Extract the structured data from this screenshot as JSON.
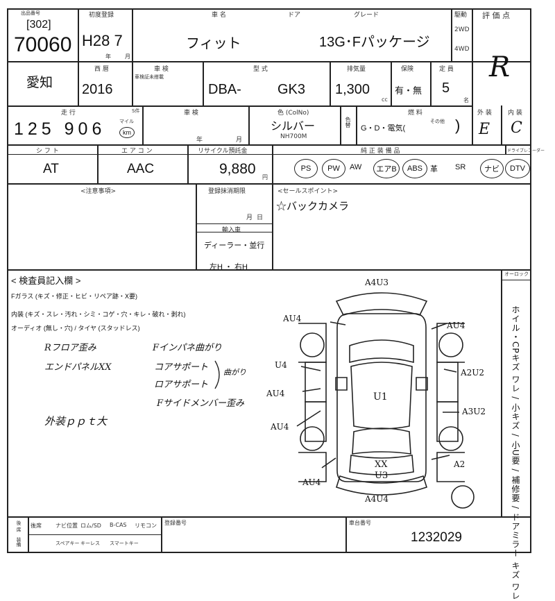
{
  "header": {
    "lot_label": "出品番号",
    "lot_sub": "[302]",
    "lot_no": "70060",
    "reg_label": "初度登録",
    "reg_value": "H28 7",
    "reg_year_unit": "年",
    "reg_month_unit": "月",
    "name_label": "車 名",
    "car_name": "フィット",
    "door_label": "ドア",
    "grade_label": "グレード",
    "grade": "13G･Fパッケージ",
    "drive_label": "駆動",
    "drive_2wd": "2WD",
    "drive_4wd": "4WD",
    "score_label": "評 価 点",
    "score": "R"
  },
  "row2": {
    "pref": "愛知",
    "year_label": "西 暦",
    "year": "2016",
    "inspection_label": "車 検",
    "inspection_note": "車検証未搭載",
    "model_label": "型 式",
    "model_prefix": "DBA-",
    "model_code": "GK3",
    "displacement_label": "排気量",
    "displacement": "1,300",
    "displacement_unit": "cc",
    "recycle_flag_label": "保険",
    "recycle_flag": "有・無",
    "seats_label": "定 員",
    "seats": "5",
    "seats_unit": "名"
  },
  "row3": {
    "mileage_label": "走 行",
    "mileage_suffix_label": "S件",
    "mileage": "125 906",
    "mileage_unit_mile": "マイル",
    "mileage_unit_km": "km",
    "shaken_label": "車 検",
    "shaken_year": "年",
    "shaken_month": "月",
    "color_label": "色 (ColNo)",
    "color": "シルバー",
    "color_code": "NH700M",
    "color_change_label": "色替",
    "fuel_label": "燃 料",
    "fuel": "G・D・電気(",
    "fuel_other": "その他",
    "fuel_close": ")",
    "exterior_label": "外 装",
    "exterior": "E",
    "interior_label": "内 装",
    "interior": "C"
  },
  "row4": {
    "shift_label": "シ フ ト",
    "shift": "AT",
    "ac_label": "エ ア コ ン",
    "ac": "AAC",
    "recycle_label": "リサイクル預託金",
    "recycle": "9,880",
    "recycle_unit": "円",
    "equip_label": "純 正 装 備 品",
    "equip_extra_label": "ドライブレコーダー",
    "equipment": [
      "PS",
      "PW",
      "AW",
      "エアB",
      "ABS",
      "革",
      "SR",
      "ナビ",
      "DTV"
    ],
    "equipment_circled": [
      true,
      true,
      false,
      true,
      true,
      false,
      false,
      true,
      true
    ]
  },
  "row5": {
    "notes_label": "<注意事項>",
    "registration_label": "登録抹消期限",
    "registration_month": "月",
    "registration_day": "日",
    "import_label": "輸入車",
    "import_value": "ディーラー・並行",
    "steering_value": "左H ・ 右H",
    "sales_label": "<セールスポイント>",
    "sales_point": "☆バックカメラ"
  },
  "inspector": {
    "title": "< 検査員記入欄 >",
    "glass_line": "Fガラス (キズ・修正・ヒビ・リペア跡・Ⅹ要)",
    "interior_line": "内装 (キズ・スレ・汚れ・シミ・コゲ・穴・キレ・破れ・剥れ)",
    "audio_line": "オーディオ (無し・穴) / タイヤ (スタッドレス)",
    "notes": [
      "Rフロア歪み",
      "エンドパネルXX",
      "Fインパネ曲がり",
      "コアサポート",
      "ロアサポート",
      "曲がり",
      "Fサイドメンバー歪み",
      "外装ｐｐｔ大"
    ],
    "auto_lock_label": "オーロック",
    "side_legend": "ホイル・CPキズ ワレ / 小キズ / 小U要 / 補修要 / ドアミラー キズ ワレ"
  },
  "diagram": {
    "marks": [
      "A4U3",
      "AU4",
      "AU4",
      "U4",
      "A2U2",
      "AU4",
      "U1",
      "A3U2",
      "AU4",
      "XX",
      "U3",
      "A2",
      "AU4",
      "A4U4"
    ]
  },
  "footer": {
    "labels_row1": [
      "後席",
      "ナビ位置",
      "ロム/SD",
      "B-CAS",
      "リモコン"
    ],
    "labels_row2": [
      "スペアキー",
      "キーレス",
      "スマートキー"
    ],
    "side_label_a": "後 席",
    "side_label_b": "装備",
    "reg_no_label": "登録番号",
    "frame_label": "車台番号",
    "frame_no": "1232029"
  }
}
